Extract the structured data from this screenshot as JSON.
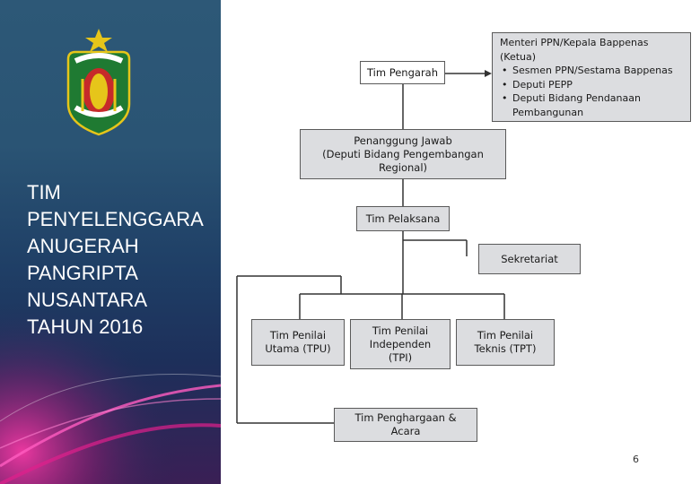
{
  "sidebar": {
    "title_lines": [
      "TIM",
      "PENYELENGGARA",
      "ANUGERAH",
      "PANGRIPTA",
      "NUSANTARA",
      "TAHUN 2016"
    ],
    "logo_icon": "provincial-emblem-icon"
  },
  "diagram": {
    "menteri": {
      "title": "Menteri PPN/Kepala Bappenas (Ketua)",
      "items": [
        "Sesmen PPN/Sestama Bappenas",
        "Deputi PEPP",
        "Deputi Bidang Pendanaan Pembangunan"
      ]
    },
    "tim_pengarah": "Tim Pengarah",
    "penanggung_jawab": [
      "Penanggung Jawab",
      "(Deputi Bidang Pengembangan Regional)"
    ],
    "tim_pelaksana": "Tim Pelaksana",
    "sekretariat": "Sekretariat",
    "tpu": [
      "Tim Penilai",
      "Utama (TPU)"
    ],
    "tpi": [
      "Tim Penilai",
      "Independen",
      "(TPI)"
    ],
    "tpt": [
      "Tim Penilai",
      "Teknis (TPT)"
    ],
    "penghargaan": [
      "Tim Penghargaan &",
      "Acara"
    ]
  },
  "page_number": "6",
  "colors": {
    "box_fill": "#dcdde0",
    "line": "#333333",
    "panel": "#2a5474",
    "glow": "#e0208c"
  }
}
